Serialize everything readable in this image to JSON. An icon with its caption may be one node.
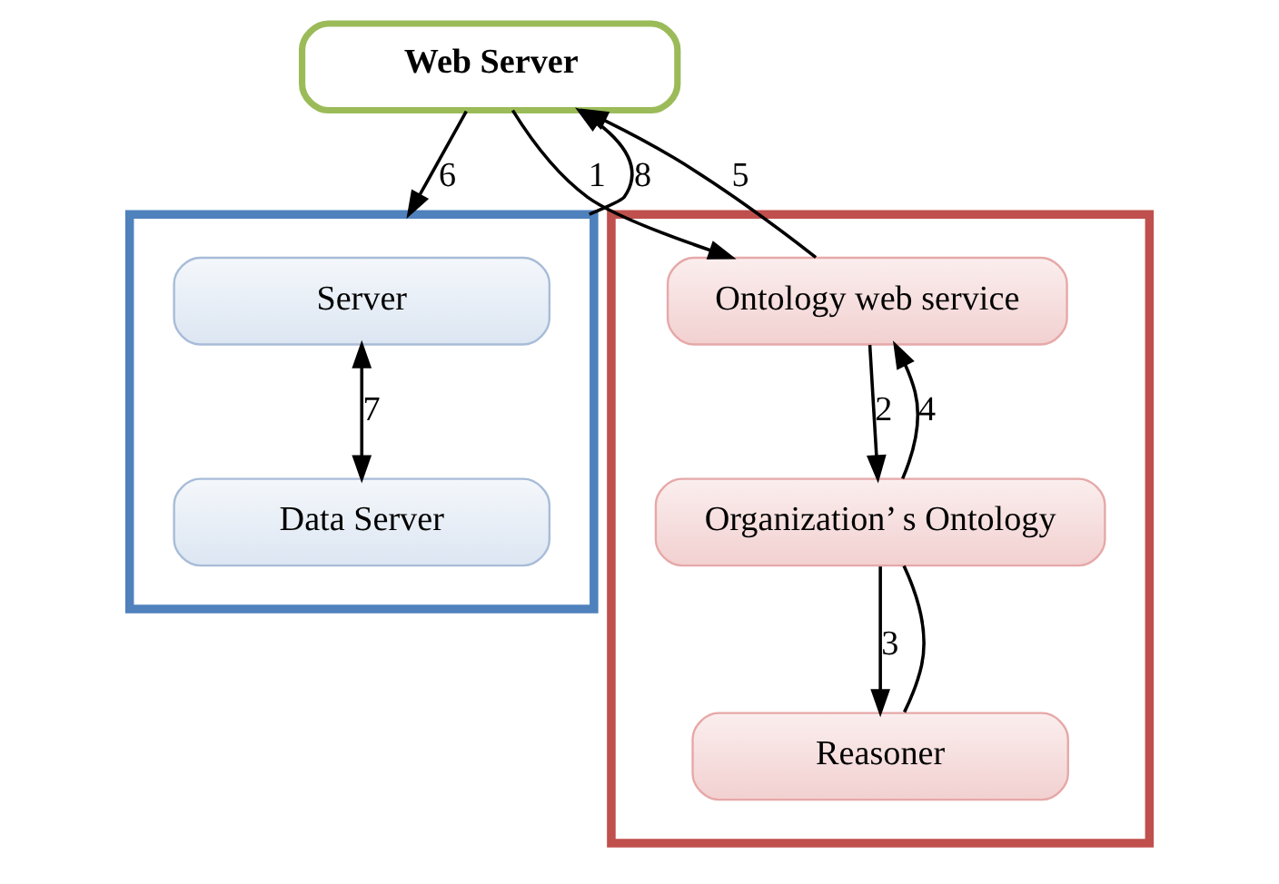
{
  "diagram": {
    "nodes": [
      {
        "text": [
          "Web Server"
        ]
      },
      {
        "text": [],
        "shape": "box"
      },
      {
        "text": [
          "Server"
        ],
        "in": 1
      },
      {
        "text": [
          "Data Server"
        ],
        "in": 1
      },
      {
        "text": [],
        "shape": "box"
      },
      {
        "text": [
          "Ontology web service"
        ],
        "in": 4
      },
      {
        "text": [
          "Organization’ s Ontology"
        ],
        "in": 4
      },
      {
        "text": [
          "Reasoner"
        ],
        "in": 4
      }
    ],
    "edges": [
      {
        "from": 0,
        "to": 5,
        "arrow": "to",
        "label": "1"
      },
      {
        "from": 5,
        "to": 0,
        "arrow": "to",
        "label": "5"
      },
      {
        "from": 0,
        "to": 1,
        "arrow": "to",
        "label": "6"
      },
      {
        "from": 1,
        "to": 0,
        "arrow": "to",
        "label": "8"
      },
      {
        "from": 2,
        "to": 3,
        "arrow": "both",
        "label": "7"
      },
      {
        "from": 5,
        "to": 6,
        "arrow": "to",
        "label": "2"
      },
      {
        "from": 6,
        "to": 5,
        "arrow": "to",
        "label": "4"
      },
      {
        "from": 6,
        "to": 7,
        "arrow": "to",
        "label": "3"
      },
      {
        "from": 7,
        "to": 6,
        "arrow": "none"
      }
    ]
  }
}
